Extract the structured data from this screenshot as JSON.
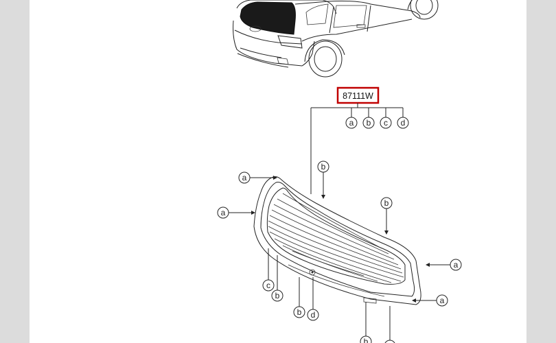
{
  "part_number": "87111W",
  "colors": {
    "highlight": "#c00000",
    "frame_bg": "#dcdcdc",
    "sheet_bg": "#ffffff"
  },
  "callout_row": [
    "a",
    "b",
    "c",
    "d"
  ],
  "callouts": {
    "c1": "a",
    "c2": "a",
    "c3": "b",
    "c4": "b",
    "c5": "a",
    "c6": "a",
    "c7": "c",
    "c8": "b",
    "c9": "b",
    "c10": "d",
    "c11": "b",
    "c12": "c"
  }
}
